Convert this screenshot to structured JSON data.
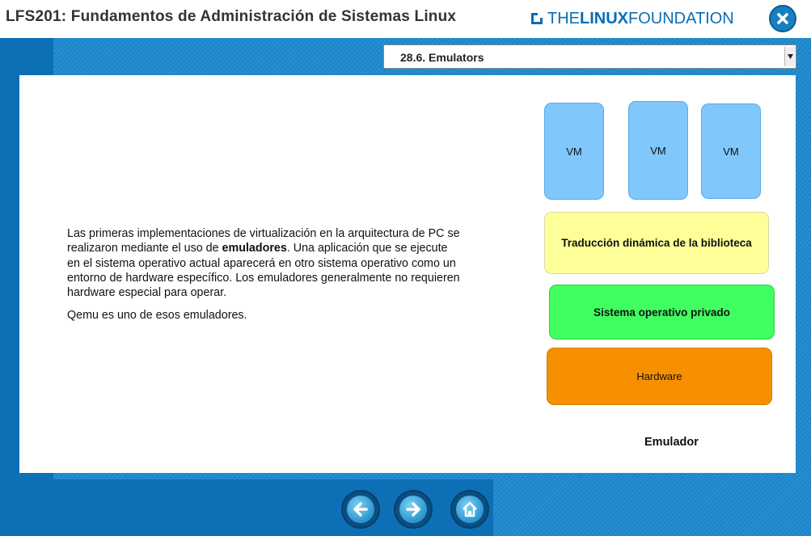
{
  "header": {
    "course_title": "LFS201: Fundamentos de Administración de Sistemas Linux",
    "logo": {
      "the": "THE",
      "linux": "LINUX",
      "foundation": "FOUNDATION"
    },
    "close_icon": "close-icon"
  },
  "section_select": {
    "selected": "28.6. Emulators"
  },
  "main": {
    "paragraph1": {
      "before": "Las primeras implementaciones de virtualización en la arquitectura de PC se realizaron mediante el uso de ",
      "bold": "emuladores",
      "after": ". Una aplicación que se ejecute en el sistema operativo actual aparecerá en otro sistema operativo como un entorno de hardware específico. Los emuladores generalmente no requieren hardware especial para operar."
    },
    "paragraph2": "Qemu es uno de esos emuladores."
  },
  "diagram": {
    "vms": [
      "VM",
      "VM",
      "VM"
    ],
    "layer_translation": "Traducción dinámica de la biblioteca",
    "layer_os": "Sistema operativo privado",
    "layer_hardware": "Hardware",
    "caption": "Emulador"
  },
  "nav": {
    "back_icon": "arrow-left-icon",
    "next_icon": "arrow-right-icon",
    "home_icon": "home-icon"
  },
  "colors": {
    "brand_blue": "#0a6db4",
    "vm_fill": "#80c7fb",
    "translation_fill": "#ffff99",
    "os_fill": "#40ff60",
    "hardware_fill": "#f79000"
  }
}
